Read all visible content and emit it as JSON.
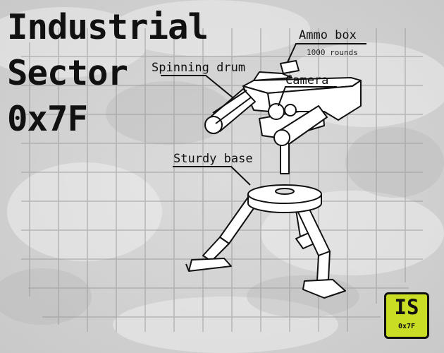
{
  "title": {
    "line1": "Industrial",
    "line2": "Sector",
    "line3": "0x7F"
  },
  "labels": {
    "ammo_box": "Ammo box",
    "ammo_box_sub": "1000 rounds",
    "spinning_drum": "Spinning drum",
    "camera": "Camera",
    "sturdy_base": "Sturdy base"
  },
  "logo": {
    "big": "IS",
    "small": "0x7F",
    "color": "#c8dd24"
  },
  "colors": {
    "grid": "#9a9a9a",
    "ink": "#111111"
  }
}
